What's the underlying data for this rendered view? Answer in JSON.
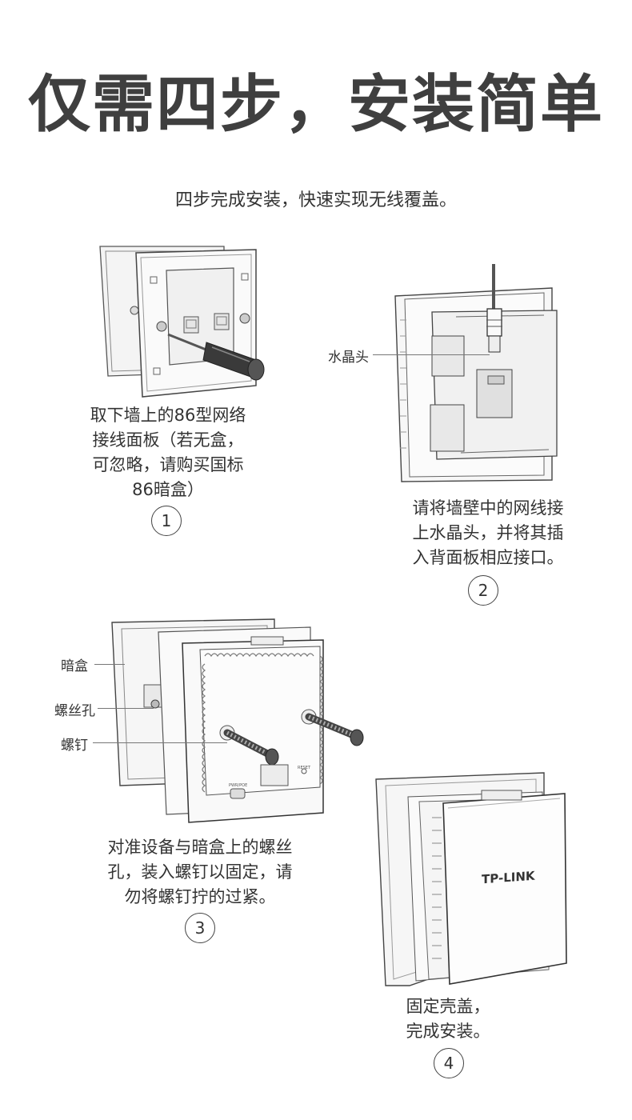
{
  "header": {
    "title": "仅需四步，安装简单",
    "subtitle": "四步完成安装，快速实现无线覆盖。"
  },
  "steps": [
    {
      "number": "1",
      "lines": [
        "取下墙上的86型网络",
        "接线面板（若无盒，",
        "可忽略，请购买国标",
        "86暗盒）"
      ]
    },
    {
      "number": "2",
      "lines": [
        "请将墙壁中的网线接",
        "上水晶头，并将其插",
        "入背面板相应接口。"
      ],
      "callouts": [
        "水晶头"
      ]
    },
    {
      "number": "3",
      "lines": [
        "对准设备与暗盒上的螺丝",
        "孔，装入螺钉以固定，请",
        "勿将螺钉拧的过紧。"
      ],
      "callouts": [
        "暗盒",
        "螺丝孔",
        "螺钉"
      ]
    },
    {
      "number": "4",
      "lines": [
        "固定壳盖，",
        "完成安装。"
      ],
      "brand_mark": "TP-LINK"
    }
  ],
  "device_labels": {
    "port_label": "PWR/POE",
    "reset_label": "RESET"
  }
}
